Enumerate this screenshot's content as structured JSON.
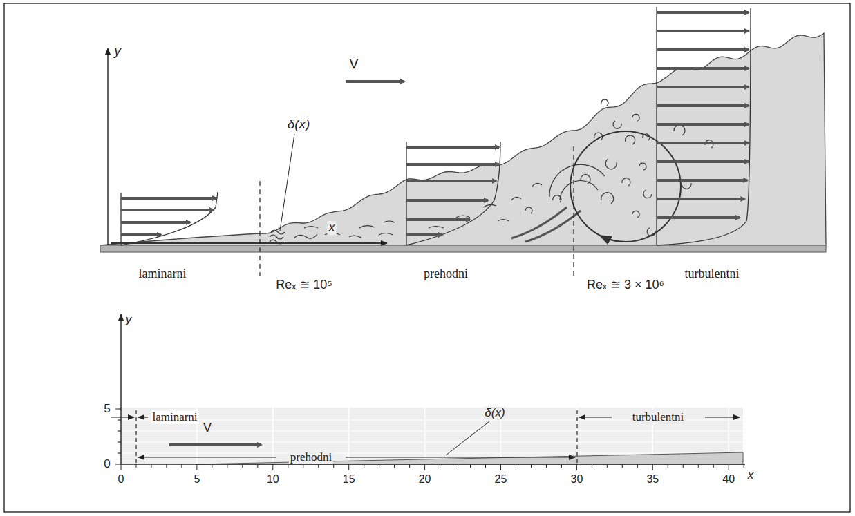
{
  "diagram": {
    "labels": [
      "y",
      "V",
      "δ(x)",
      "x",
      "laminarni",
      "Reₓ ≅ 10⁵",
      "prehodni",
      "Reₓ ≅ 3 × 10⁶",
      "turbulentni",
      "y",
      "5",
      "laminarni",
      "V",
      "prehodni",
      "δ(x)",
      "turbulentni",
      "0",
      "0",
      "5",
      "10",
      "15",
      "20",
      "25",
      "30",
      "35",
      "40",
      "x"
    ]
  }
}
